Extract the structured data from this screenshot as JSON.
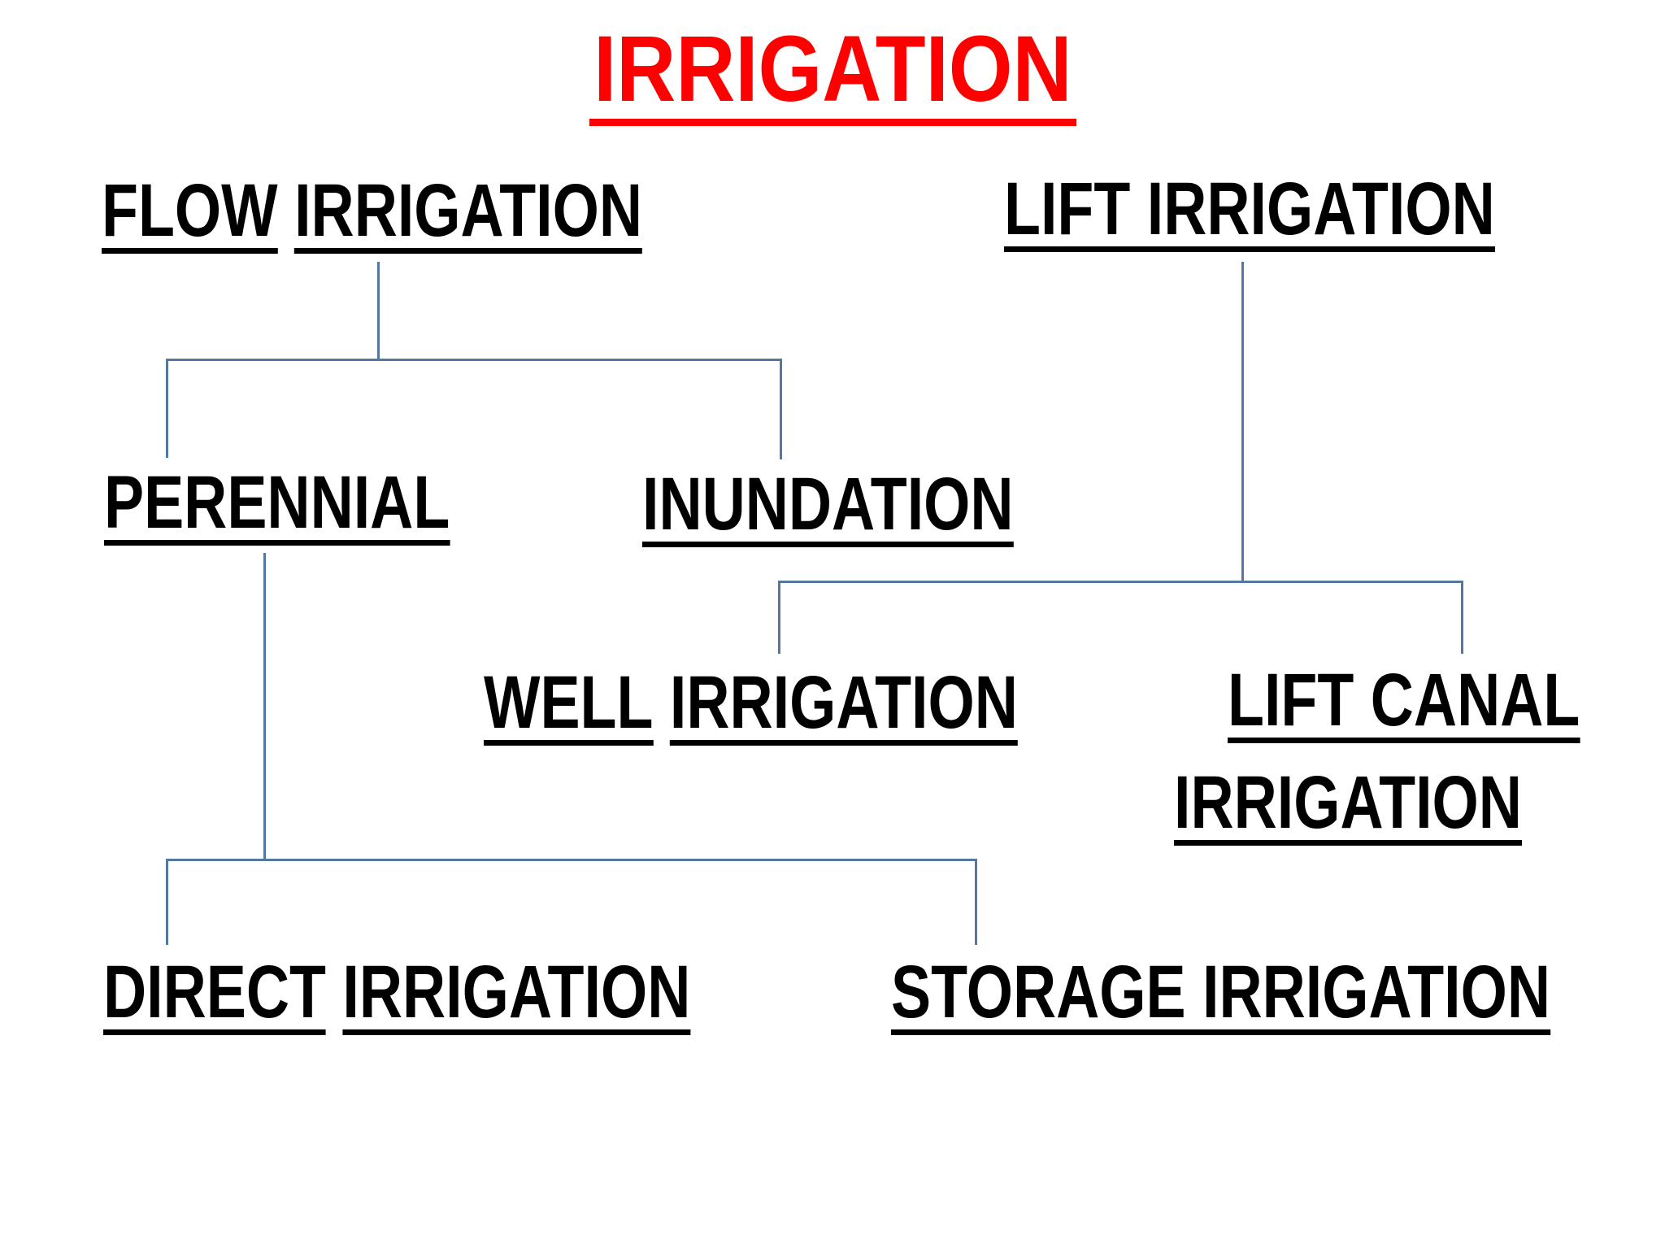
{
  "title": {
    "text": "IRRIGATION"
  },
  "colors": {
    "title": "#ff0000",
    "text": "#000000",
    "connector": "#54789e",
    "background": "#ffffff"
  },
  "nodes": {
    "flow": "FLOW IRRIGATION",
    "lift": "LIFT IRRIGATION",
    "perennial": "PERENNIAL",
    "inundation": "INUNDATION",
    "well": "WELL IRRIGATION",
    "lift_canal_line1": "LIFT CANAL",
    "lift_canal_line2": "IRRIGATION",
    "direct": "DIRECT IRRIGATION",
    "storage": "STORAGE IRRIGATION"
  },
  "edges": [
    {
      "from": "FLOW IRRIGATION",
      "to": "PERENNIAL"
    },
    {
      "from": "FLOW IRRIGATION",
      "to": "INUNDATION"
    },
    {
      "from": "LIFT IRRIGATION",
      "to": "WELL IRRIGATION"
    },
    {
      "from": "LIFT IRRIGATION",
      "to": "LIFT CANAL IRRIGATION"
    },
    {
      "from": "PERENNIAL",
      "to": "DIRECT IRRIGATION"
    },
    {
      "from": "PERENNIAL",
      "to": "STORAGE IRRIGATION"
    }
  ]
}
